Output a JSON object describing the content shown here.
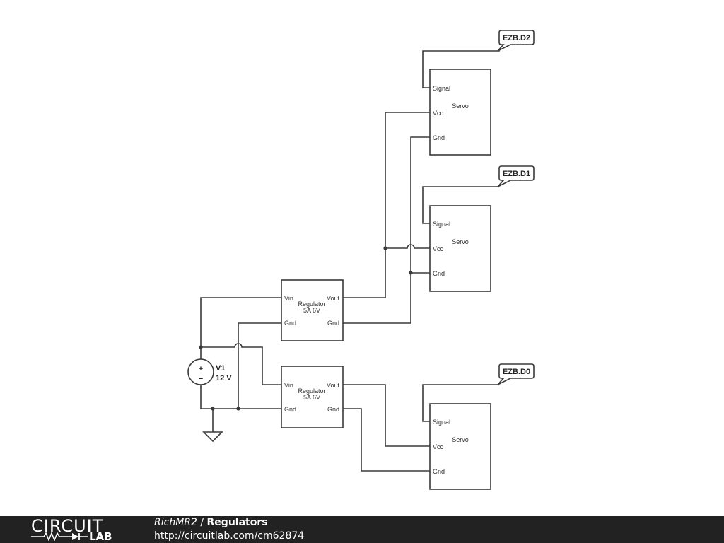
{
  "schematic": {
    "net_labels": [
      "EZB.D2",
      "EZB.D1",
      "EZB.D0"
    ],
    "servo": {
      "title": "Servo",
      "pin_signal": "Signal",
      "pin_vcc": "Vcc",
      "pin_gnd": "Gnd"
    },
    "regulator": {
      "title": "Regulator",
      "rating": "5A 6V",
      "pin_vin": "Vin",
      "pin_vout": "Vout",
      "pin_gnd_in": "Gnd",
      "pin_gnd_out": "Gnd"
    },
    "source": {
      "name": "V1",
      "value": "12 V",
      "plus_symbol": "+",
      "minus_symbol": "−"
    }
  },
  "footer": {
    "logo_top": "CIRCUIT",
    "logo_bottom": "LAB",
    "author": "RichMR2",
    "separator": " / ",
    "title": "Regulators",
    "url": "http://circuitlab.com/cm62874"
  },
  "colors": {
    "wire": "#3a3a3a",
    "footer_background": "#222222",
    "footer_text": "#ffffff"
  }
}
